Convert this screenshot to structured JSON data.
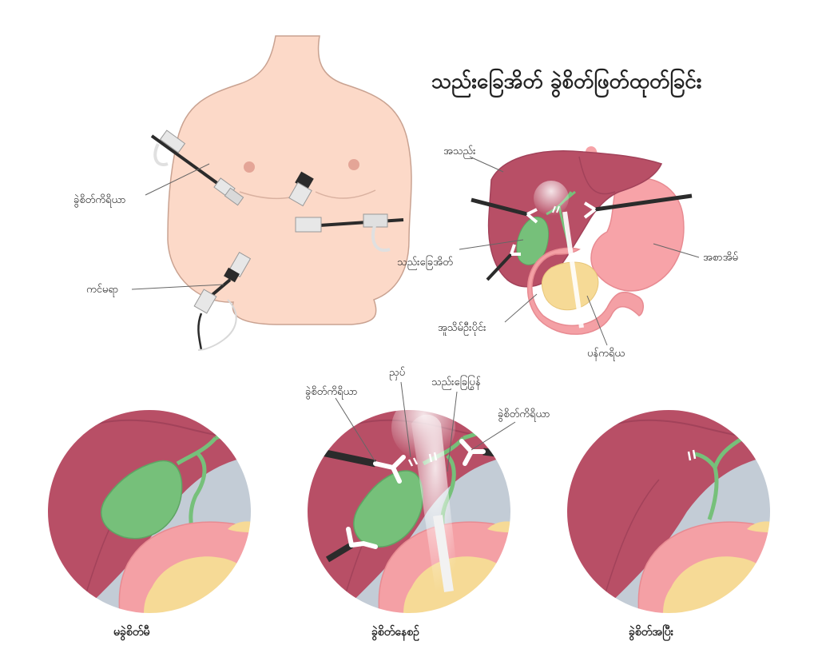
{
  "title": "သည်းခြေအိတ် ခွဲစိတ်ဖြတ်ထုတ်ခြင်း",
  "labels": {
    "instrument_left": "ခွဲစိတ်ကိရိယာ",
    "camera": "ကင်မရာ",
    "liver": "အသည်း",
    "gallbladder": "သည်းခြေအိတ်",
    "stomach": "အစာအိမ်",
    "duodenum": "အူသိမ်ဦးပိုင်း",
    "pancreas": "ပန်ကရိယ",
    "instrument_mid_left": "ခွဲစိတ်ကိရိယာ",
    "clip": "ညှပ်",
    "bile_duct": "သည်းခြေပြွန်",
    "instrument_mid_right": "ခွဲစိတ်ကိရိယာ"
  },
  "captions": {
    "before": "မခွဲစိတ်မီ",
    "during": "ခွဲစိတ်နေစဉ်",
    "after": "ခွဲစိတ်အပြီး"
  },
  "colors": {
    "skin": "#fcd9c8",
    "skin_outline": "#c9a291",
    "liver": "#b84f66",
    "liver_dark": "#a2425a",
    "gallbladder": "#76c07a",
    "stomach": "#f7a3a8",
    "duodenum": "#f4a0a5",
    "pancreas": "#f6da96",
    "background_tissue": "#c3ccd6",
    "instrument": "#2b2b2b"
  }
}
